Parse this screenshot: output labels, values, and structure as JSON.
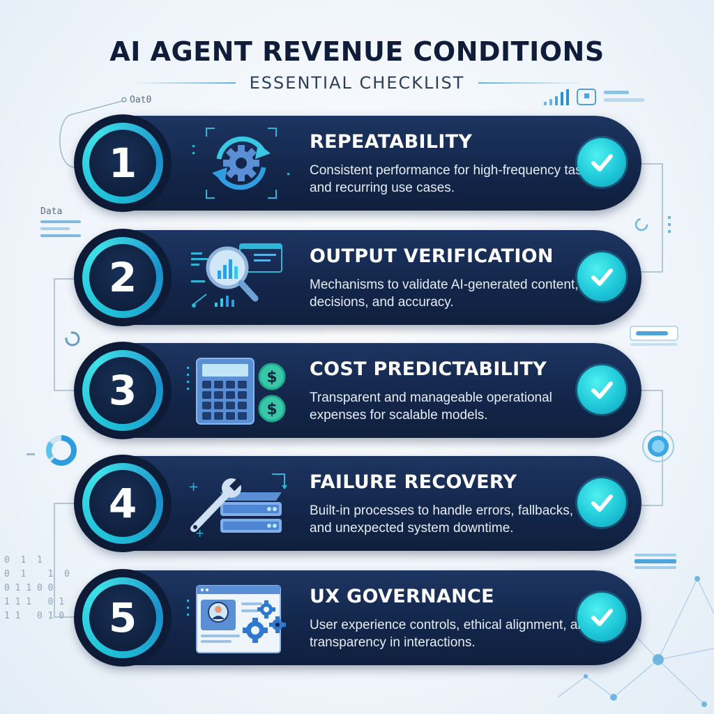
{
  "header": {
    "title": "AI AGENT REVENUE CONDITIONS",
    "subtitle": "ESSENTIAL CHECKLIST"
  },
  "decor": {
    "top_left_label": "Oat0",
    "left_label": "Data",
    "binary": "0  1  1\n0  1    1  0\n0 1 1 0 0\n1 1 1   0 1\n1 1   0 1 0"
  },
  "colors": {
    "card": "#13264a",
    "accent": "#1ec8d8",
    "title": "#0f1d3a"
  },
  "items": [
    {
      "number": "1",
      "title": "REPEATABILITY",
      "description": "Consistent performance for high-frequency tasks and recurring use cases.",
      "icon": "gear-cycle-icon"
    },
    {
      "number": "2",
      "title": "OUTPUT VERIFICATION",
      "description": "Mechanisms to validate AI-generated content, decisions, and accuracy.",
      "icon": "magnifier-chart-icon"
    },
    {
      "number": "3",
      "title": "COST PREDICTABILITY",
      "description": "Transparent and manageable operational expenses for scalable models.",
      "icon": "calculator-dollar-icon"
    },
    {
      "number": "4",
      "title": "FAILURE RECOVERY",
      "description": "Built-in processes to handle errors, fallbacks, and unexpected system downtime.",
      "icon": "wrench-server-icon"
    },
    {
      "number": "5",
      "title": "UX GOVERNANCE",
      "description": "User experience controls, ethical alignment, and transparency in interactions.",
      "icon": "profile-settings-icon"
    }
  ]
}
